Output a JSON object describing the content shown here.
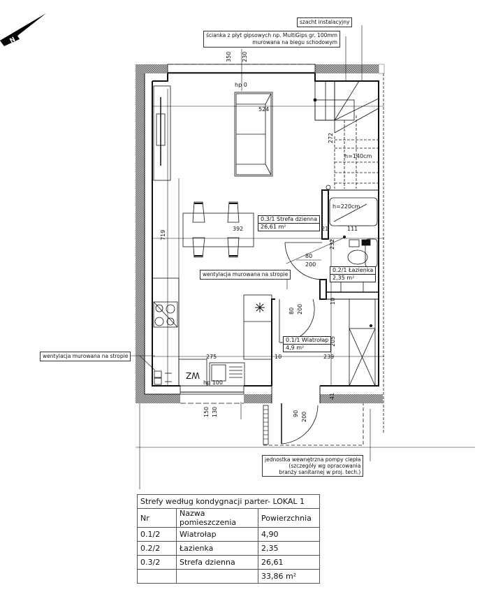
{
  "compass": {
    "label": "N",
    "icon": "north-arrow-icon"
  },
  "notes": {
    "shaft": "szacht instalacyjny",
    "gypsum_wall_line1": "ścianka z płyt gipsowych np. MultiGips gr. 100mm",
    "gypsum_wall_line2": "murowana na biegu schodowym",
    "ventilation_center": "wentylacja murowana na stropie",
    "ventilation_left": "wentylacja murowana na stropie",
    "heat_pump_line1": "jednostka wewnętrzna pompy ciepła",
    "heat_pump_line2": "(szczegóły wg opracowania",
    "heat_pump_line3": "branży sanitarnej w proj. tech.)"
  },
  "rooms": [
    {
      "id": "0.3/1",
      "name": "Strefa dzienna",
      "label": "0.3/1 Strefa dzienna",
      "area": "26,61 m²"
    },
    {
      "id": "0.2/1",
      "name": "Łazienka",
      "label": "0.2/1 Łazienka",
      "area": "2,35 m²"
    },
    {
      "id": "0.1/1",
      "name": "Wiatrołap",
      "label": "0.1/1 Wiatrołap",
      "area": "4,9 m²"
    }
  ],
  "dimensions": {
    "window_top_a": "350",
    "window_top_b": "230",
    "hp_top": "hp 0",
    "width_524": "524",
    "stairs_272": "272",
    "stairs_height": "h=140cm",
    "shower_height": "h=220cm",
    "wall_21": "21",
    "width_111": "111",
    "height_232": "232",
    "height_719": "719",
    "width_392": "392",
    "door_living_w": "80",
    "door_living_h": "200",
    "door_vest_w": "80",
    "door_vest_h": "200",
    "wall_10a": "10",
    "wall_10b": "10",
    "wall_10c": "10",
    "height_205": "205",
    "width_275": "275",
    "width_239": "239",
    "hp_bottom": "hp 100",
    "kitchen_wz": "WZ",
    "window_bottom_a": "150",
    "window_bottom_b": "130",
    "entry_door_w": "90",
    "entry_door_h": "200",
    "wall_41": "41"
  },
  "zones_table": {
    "title": "Strefy według kondygnacji parter- LOKAL 1",
    "headers": [
      "Nr",
      "Nazwa pomieszczenia",
      "Powierzchnia"
    ],
    "rows": [
      [
        "0.1/2",
        "Wiatrołap",
        "4,90"
      ],
      [
        "0.2/2",
        "Łazienka",
        "2,35"
      ],
      [
        "0.3/2",
        "Strefa dzienna",
        "26,61"
      ],
      [
        "",
        "",
        "33,86 m²"
      ]
    ]
  },
  "colors": {
    "line": "#111111",
    "hatch": "#888888",
    "background": "#ffffff"
  }
}
